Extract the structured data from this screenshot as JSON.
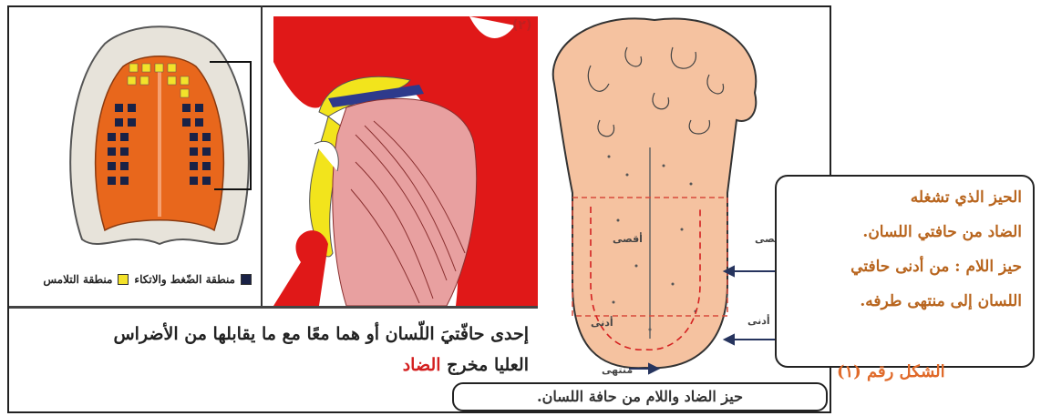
{
  "legend": {
    "pressure_label": "منطقة الضّغط والاتكاء",
    "contact_label": "منطقة التلامس",
    "pressure_color": "#1a2246",
    "contact_color": "#f3e22a"
  },
  "left_caption": {
    "line1": "إحدى حافّتيَ اللّسان أو هما معًا مع ما يقابلها من الأضراس",
    "line2_prefix": "العليا مخرج",
    "line2_highlight": "الضاد"
  },
  "tongue": {
    "figure_number": "(٢)",
    "labels": {
      "aqsa_left": "أقصى",
      "aqsa_right": "أقصى",
      "adna_left": "أدنى",
      "adna_right": "أدنى",
      "muntaha": "منتهى"
    }
  },
  "side_box": {
    "line1": "الحيز الذي تشغله",
    "line2": "الضاد من حافتي اللسان.",
    "line3": "حيز اللام : من أدنى حافتي",
    "line4": "اللسان إلى منتهى طرفه."
  },
  "figure_label": "الشكل رقم (١)",
  "bottom_box": "حيز الضاد واللام من حافة اللسان."
}
